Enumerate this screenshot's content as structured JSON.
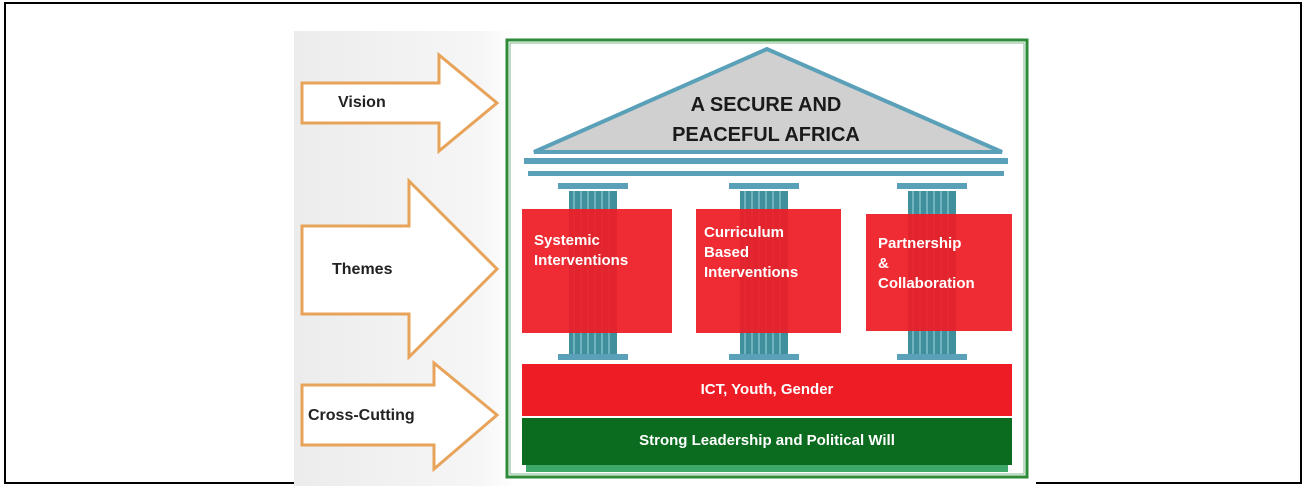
{
  "arrows": [
    {
      "id": "vision",
      "label": "Vision"
    },
    {
      "id": "themes",
      "label": "Themes"
    },
    {
      "id": "cross-cutting",
      "label": "Cross-Cutting"
    }
  ],
  "roof": {
    "line1": "A SECURE AND",
    "line2": "PEACEFUL AFRICA"
  },
  "pillars": [
    {
      "line1": "Systemic",
      "line2": "Interventions",
      "line3": ""
    },
    {
      "line1": "Curriculum",
      "line2": "Based",
      "line3": "Interventions"
    },
    {
      "line1": "Partnership",
      "line2": "&",
      "line3": "Collaboration"
    }
  ],
  "cross_cutting_band": "ICT, Youth, Gender",
  "foundation": "Strong Leadership and Political Will",
  "colors": {
    "arrow_outline": "#e8a35a",
    "house_outline": "#2e8b3a",
    "roof_fill": "#d0d0d0",
    "beam_blue": "#5aa0b8",
    "column_teal": "#3f8f9c",
    "theme_red": "#ee1c25",
    "foundation_green": "#0b6b1e"
  }
}
